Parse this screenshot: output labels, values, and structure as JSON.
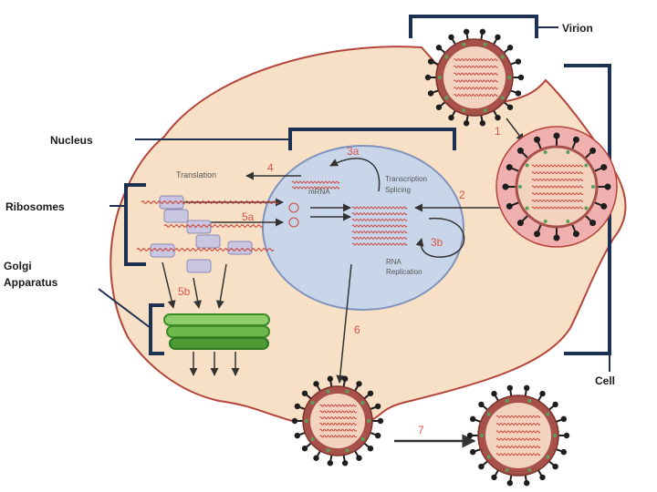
{
  "labels": {
    "virion": "Virion",
    "nucleus": "Nucleus",
    "ribosomes": "Ribosomes",
    "golgi_line1": "Golgi",
    "golgi_line2": "Apparatus",
    "cell": "Cell",
    "translation": "Translation",
    "mrna": "mRNA",
    "transcription": "Transcription",
    "splicing": "Splicing",
    "rna": "RNA",
    "replication": "Replication"
  },
  "steps": {
    "s1": "1",
    "s2": "2",
    "s3a": "3a",
    "s3b": "3b",
    "s4": "4",
    "s5a": "5a",
    "s5b": "5b",
    "s6": "6",
    "s7": "7"
  },
  "colors": {
    "cytoplasm": "#f7e0c5",
    "cell_outline": "#b5443a",
    "nucleus_fill": "#c9d6ea",
    "nucleus_outline": "#7f93bd",
    "virus_fill": "#a8514a",
    "virus_core": "#f3d3c0",
    "rna": "#c8463c",
    "spike": "#1e1e1e",
    "envelope_dots": "#5aa05a",
    "endosome": "#e69494",
    "golgi_dark": "#3c8c2a",
    "golgi_light": "#8fcc6a",
    "ribosome": "#c8c6e0",
    "step_label": "#d9574a",
    "bracket": "#1d3152"
  },
  "icons": {
    "virion": "virus-particle-icon",
    "ribosome": "ribosome-icon",
    "golgi": "golgi-stack-icon"
  }
}
